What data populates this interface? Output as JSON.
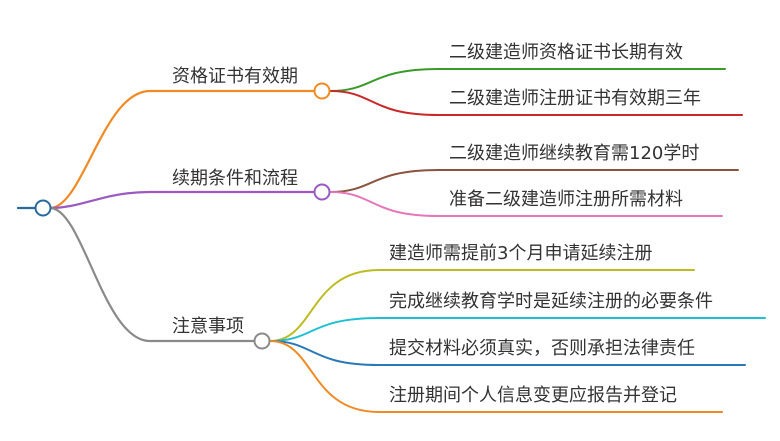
{
  "mindmap": {
    "branches": [
      {
        "label": "资格证书有效期",
        "color": "#f08a24",
        "children": [
          {
            "label": "二级建造师资格证书长期有效",
            "color": "#3a9a2a"
          },
          {
            "label": "二级建造师注册证书有效期三年",
            "color": "#c8282a"
          }
        ]
      },
      {
        "label": "续期条件和流程",
        "color": "#9a5ac0",
        "children": [
          {
            "label": "二级建造师继续教育需120学时",
            "color": "#8a5340"
          },
          {
            "label": "准备二级建造师注册所需材料",
            "color": "#e777b8"
          }
        ]
      },
      {
        "label": "注意事项",
        "color": "#8a8a8a",
        "children": [
          {
            "label": "建造师需提前3个月申请延续注册",
            "color": "#bcbc22"
          },
          {
            "label": "完成继续教育学时是延续注册的必要条件",
            "color": "#20c0d0"
          },
          {
            "label": "提交材料必须真实，否则承担法律责任",
            "color": "#2a78b8"
          },
          {
            "label": "注册期间个人信息变更应报告并登记",
            "color": "#f08a24"
          }
        ]
      }
    ],
    "root_color": "#2a6a9a"
  }
}
